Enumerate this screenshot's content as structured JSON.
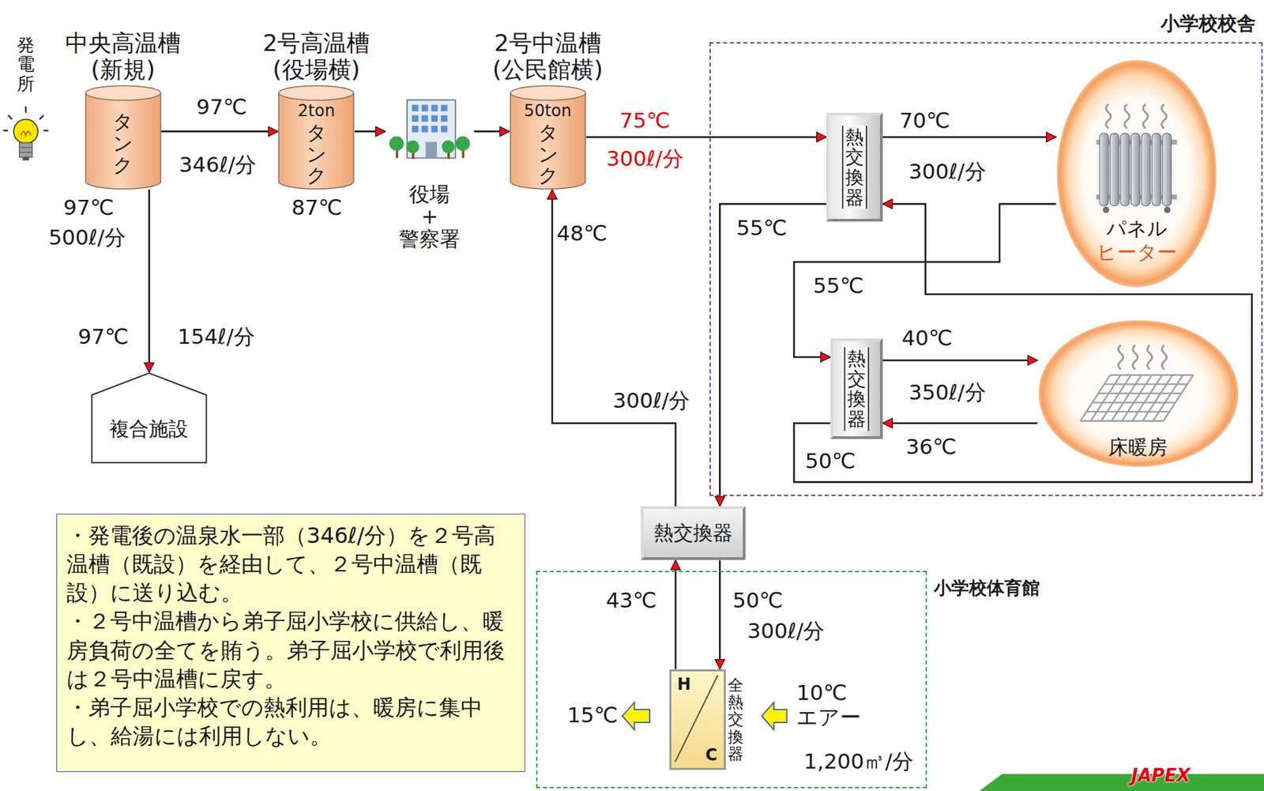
{
  "diagram": {
    "nodes": [
      {
        "text": [
          "中央高温槽 (新規)",
          "タンク"
        ]
      },
      {
        "text": [
          "2号高温槽 (役場横)",
          "2ton",
          "タンク"
        ]
      },
      {
        "text": [
          "役場 + 警察署"
        ]
      },
      {
        "text": [
          "2号中温槽 (公民館横)",
          "50ton",
          "タンク"
        ]
      },
      {
        "text": [
          "小学校校舎"
        ]
      },
      {
        "text": [
          "熱交換器"
        ],
        "in": 4
      },
      {
        "text": [
          "パネル",
          "ヒーター"
        ],
        "in": 4
      },
      {
        "text": [
          "熱交換器"
        ],
        "in": 4
      },
      {
        "text": [
          "床暖房"
        ],
        "in": 4
      },
      {
        "text": [
          "複合施設"
        ]
      },
      {
        "text": [
          "・発電後の温泉水一部（346ℓ/分）を２号高温槽（既設）を経由して、２号中温槽（既設）に送り込む。",
          "・２号中温槽から弟子屈小学校に供給し、暖房負荷の全てを賄う。弟子屈小学校で利用後は２号中温槽に戻す。",
          "・弟子屈小学校での熱利用は、暖房に集中し、給湯には利用しない。"
        ]
      },
      {
        "text": [
          "熱交換器"
        ]
      },
      {
        "text": [
          "小学校体育館"
        ]
      },
      {
        "text": [
          "H",
          "C",
          "全熱交換器"
        ],
        "in": 12
      }
    ],
    "edges": [
      {
        "from": 0,
        "to": 1,
        "arrow": "to"
      },
      {
        "from": 1,
        "to": 2,
        "arrow": "to"
      },
      {
        "from": 2,
        "to": 3,
        "arrow": "to"
      },
      {
        "from": 3,
        "to": 5,
        "arrow": "to"
      },
      {
        "from": 5,
        "to": 6,
        "arrow": "to"
      },
      {
        "from": 6,
        "to": 7,
        "arrow": "to"
      },
      {
        "from": 7,
        "to": 5,
        "arrow": "to"
      },
      {
        "from": 7,
        "to": 8,
        "arrow": "to"
      },
      {
        "from": 8,
        "to": 7,
        "arrow": "to"
      },
      {
        "from": 5,
        "to": 11,
        "arrow": "to"
      },
      {
        "from": 11,
        "to": 3,
        "arrow": "to"
      },
      {
        "from": 13,
        "to": 11,
        "arrow": "to"
      },
      {
        "from": 11,
        "to": 13,
        "arrow": "to"
      },
      {
        "from": 0,
        "to": 9,
        "arrow": "to"
      }
    ],
    "labels": [
      "発電所",
      "97℃",
      "346ℓ/分",
      "97℃",
      "500ℓ/分",
      "87℃",
      "97℃",
      "154ℓ/分",
      "75℃",
      "300ℓ/分",
      "70℃",
      "300ℓ/分",
      "55℃",
      "55℃",
      "40℃",
      "350ℓ/分",
      "36℃",
      "50℃",
      "48℃",
      "300ℓ/分",
      "43℃",
      "50℃",
      "300ℓ/分",
      "15℃",
      "10℃ エアー",
      "1,200㎥/分",
      "JAPEX"
    ]
  }
}
